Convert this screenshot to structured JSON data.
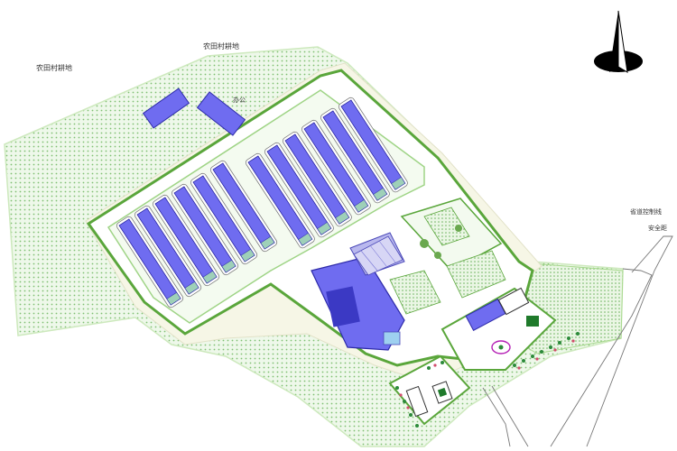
{
  "plan": {
    "labels": {
      "farmland_left": "农田村耕地",
      "farmland_top": "农田村耕地",
      "office": "办公",
      "road_right_1": "省道控制线",
      "road_right_2": "安全距"
    },
    "colors": {
      "background": "#ffffff",
      "farmland_fill": "#e9f5e4",
      "farmland_dots": "#7fbf72",
      "boundary_line": "#bfe6a0",
      "site_wall": "#5aa63b",
      "building_roof": "#6f6cf0",
      "building_roof_light": "#9b99f5",
      "road_path": "#f6f6e6"
    },
    "icons": {
      "north_arrow": "north-arrow-icon"
    }
  }
}
